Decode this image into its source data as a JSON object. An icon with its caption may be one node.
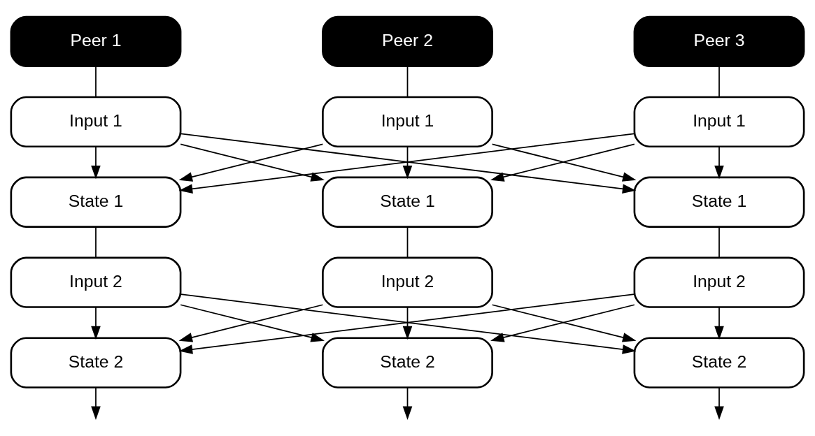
{
  "diagram": {
    "nodes": [
      {
        "text": [
          "Peer 1"
        ]
      },
      {
        "text": [
          "Peer 2"
        ]
      },
      {
        "text": [
          "Peer 3"
        ]
      },
      {
        "text": [
          "Input 1"
        ]
      },
      {
        "text": [
          "Input 1"
        ]
      },
      {
        "text": [
          "Input 1"
        ]
      },
      {
        "text": [
          "State 1"
        ]
      },
      {
        "text": [
          "State 1"
        ]
      },
      {
        "text": [
          "State 1"
        ]
      },
      {
        "text": [
          "Input 2"
        ]
      },
      {
        "text": [
          "Input 2"
        ]
      },
      {
        "text": [
          "Input 2"
        ]
      },
      {
        "text": [
          "State 2"
        ]
      },
      {
        "text": [
          "State 2"
        ]
      },
      {
        "text": [
          "State 2"
        ]
      }
    ],
    "edges": [
      {
        "from": 0,
        "to": 3,
        "arrow": "none"
      },
      {
        "from": 1,
        "to": 4,
        "arrow": "none"
      },
      {
        "from": 2,
        "to": 5,
        "arrow": "none"
      },
      {
        "from": 3,
        "to": 6,
        "arrow": "to"
      },
      {
        "from": 3,
        "to": 7,
        "arrow": "to"
      },
      {
        "from": 3,
        "to": 8,
        "arrow": "to"
      },
      {
        "from": 4,
        "to": 6,
        "arrow": "to"
      },
      {
        "from": 4,
        "to": 7,
        "arrow": "to"
      },
      {
        "from": 4,
        "to": 8,
        "arrow": "to"
      },
      {
        "from": 5,
        "to": 6,
        "arrow": "to"
      },
      {
        "from": 5,
        "to": 7,
        "arrow": "to"
      },
      {
        "from": 5,
        "to": 8,
        "arrow": "to"
      },
      {
        "from": 6,
        "to": 9,
        "arrow": "none"
      },
      {
        "from": 7,
        "to": 10,
        "arrow": "none"
      },
      {
        "from": 8,
        "to": 11,
        "arrow": "none"
      },
      {
        "from": 9,
        "to": 12,
        "arrow": "to"
      },
      {
        "from": 9,
        "to": 13,
        "arrow": "to"
      },
      {
        "from": 9,
        "to": 14,
        "arrow": "to"
      },
      {
        "from": 10,
        "to": 12,
        "arrow": "to"
      },
      {
        "from": 10,
        "to": 13,
        "arrow": "to"
      },
      {
        "from": 10,
        "to": 14,
        "arrow": "to"
      },
      {
        "from": 11,
        "to": 12,
        "arrow": "to"
      },
      {
        "from": 11,
        "to": 13,
        "arrow": "to"
      },
      {
        "from": 11,
        "to": 14,
        "arrow": "to"
      },
      {
        "from": 12,
        "to": null,
        "arrow": "to"
      },
      {
        "from": 13,
        "to": null,
        "arrow": "to"
      },
      {
        "from": 14,
        "to": null,
        "arrow": "to"
      }
    ]
  }
}
